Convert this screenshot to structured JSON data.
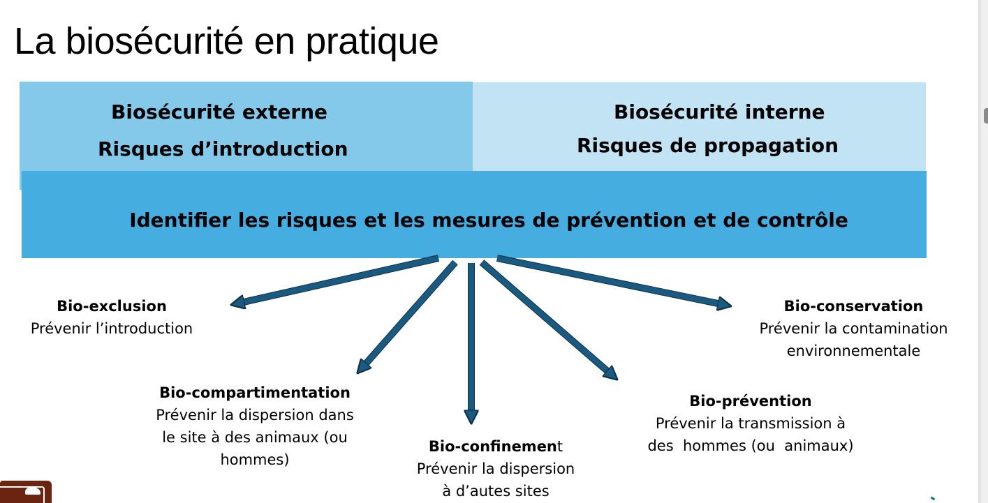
{
  "slide": {
    "title": "La biosécurité en pratique",
    "external": {
      "line1": "Biosécurité externe",
      "line2": "Risques d’introduction",
      "color": "#85c9ea"
    },
    "internal": {
      "line1": "Biosécurité interne",
      "line2": "Risques de propagation",
      "color": "#c1e3f4"
    },
    "main": {
      "text": "Identifier les risques et les mesures de prévention et de contrôle",
      "color": "#45ade0"
    },
    "arrow_color": "#1b5a80",
    "items": [
      {
        "name": "Bio-exclusion",
        "desc": [
          "Prévenir l’introduction"
        ]
      },
      {
        "name": "Bio-compartimentation",
        "desc": [
          "Prévenir la dispersion dans",
          "le site à des animaux (ou",
          "hommes)"
        ]
      },
      {
        "name_bold": "Bio-confinemen",
        "name_tail": "t",
        "desc": [
          "Prévenir la dispersion",
          "à d’autes sites"
        ]
      },
      {
        "name": "Bio-prévention",
        "desc": [
          "Prévenir la transmission à",
          "des  hommes (ou  animaux)"
        ]
      },
      {
        "name": "Bio-conservation",
        "desc": [
          "Prévenir la contamination",
          "environnementale"
        ]
      }
    ]
  },
  "icons": {
    "logo_left": "pig-sign-icon",
    "logo_right": "brand-mark-icon"
  }
}
